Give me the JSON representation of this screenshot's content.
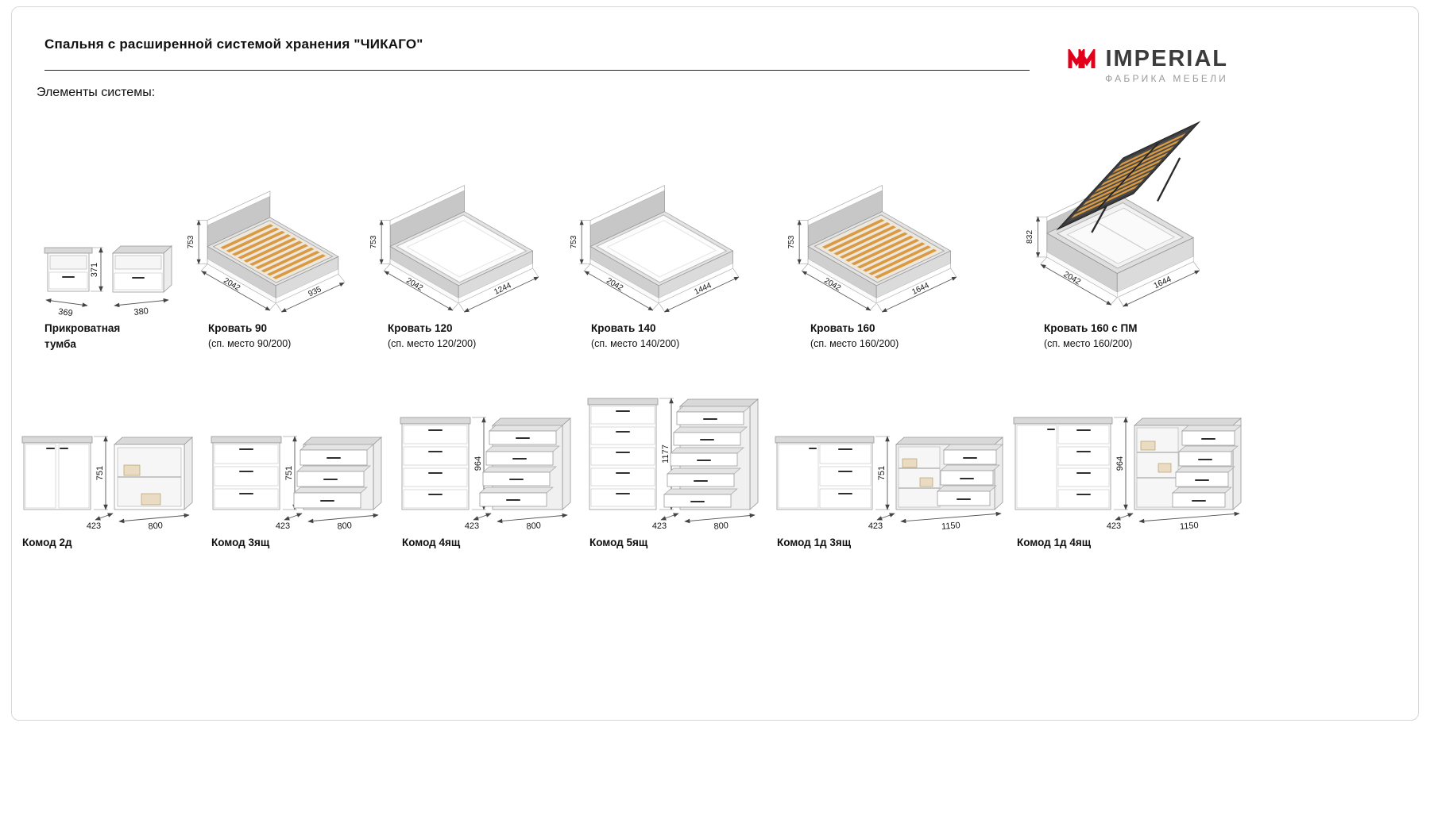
{
  "header": {
    "title": "Спальня с расширенной системой хранения \"ЧИКАГО\"",
    "subtitle": "Элементы системы:",
    "brand_name": "IMPERIAL",
    "brand_tagline": "ФАБРИКА МЕБЕЛИ",
    "brand_color": "#e3001b"
  },
  "items": {
    "tumba": {
      "name": "Прикроватная тумба",
      "h": "371",
      "d": "369",
      "w": "380"
    },
    "bed90": {
      "name": "Кровать 90",
      "sub": "(сп. место 90/200)",
      "h": "753",
      "l": "2042",
      "w": "935"
    },
    "bed120": {
      "name": "Кровать 120",
      "sub": "(сп. место 120/200)",
      "h": "753",
      "l": "2042",
      "w": "1244"
    },
    "bed140": {
      "name": "Кровать 140",
      "sub": "(сп. место 140/200)",
      "h": "753",
      "l": "2042",
      "w": "1444"
    },
    "bed160": {
      "name": "Кровать 160",
      "sub": "(сп. место 160/200)",
      "h": "753",
      "l": "2042",
      "w": "1644"
    },
    "bed160pm": {
      "name": "Кровать 160 с ПМ",
      "sub": "(сп. место 160/200)",
      "h": "832",
      "l": "2042",
      "w": "1644"
    },
    "komod2d": {
      "name": "Комод 2д",
      "h": "751",
      "d": "423",
      "w": "800"
    },
    "komod3": {
      "name": "Комод 3ящ",
      "h": "751",
      "d": "423",
      "w": "800"
    },
    "komod4": {
      "name": "Комод 4ящ",
      "h": "964",
      "d": "423",
      "w": "800"
    },
    "komod5": {
      "name": "Комод 5ящ",
      "h": "1177",
      "d": "423",
      "w": "800"
    },
    "komod1d3": {
      "name": "Комод 1д 3ящ",
      "h": "751",
      "d": "423",
      "w": "1150"
    },
    "komod1d4": {
      "name": "Комод 1д 4ящ",
      "h": "964",
      "d": "423",
      "w": "1150"
    }
  }
}
